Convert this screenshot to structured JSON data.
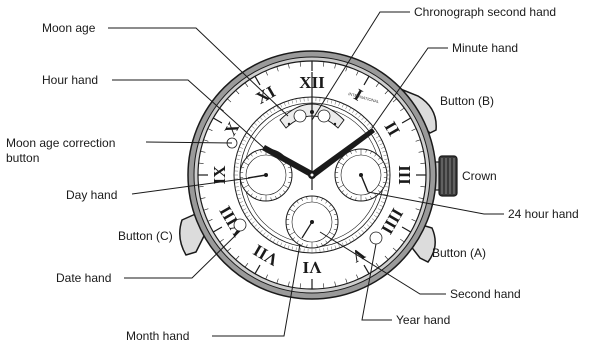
{
  "figure": {
    "dial_numerals": [
      "XII",
      "I",
      "II",
      "III",
      "IIII",
      "V",
      "VI",
      "VII",
      "VIII",
      "IX",
      "X",
      "XI"
    ],
    "dial_brand": "INTERNATIONAL",
    "callouts": {
      "moon_age": "Moon age",
      "hour_hand": "Hour hand",
      "moon_age_correction_button": [
        "Moon age correction",
        "button"
      ],
      "day_hand": "Day hand",
      "button_c": "Button (C)",
      "date_hand": "Date hand",
      "month_hand": "Month hand",
      "chronograph_second_hand": "Chronograph second hand",
      "minute_hand": "Minute hand",
      "button_b": "Button (B)",
      "crown": "Crown",
      "hour24_hand": "24 hour hand",
      "button_a": "Button (A)",
      "second_hand": "Second hand",
      "year_hand": "Year hand"
    }
  }
}
